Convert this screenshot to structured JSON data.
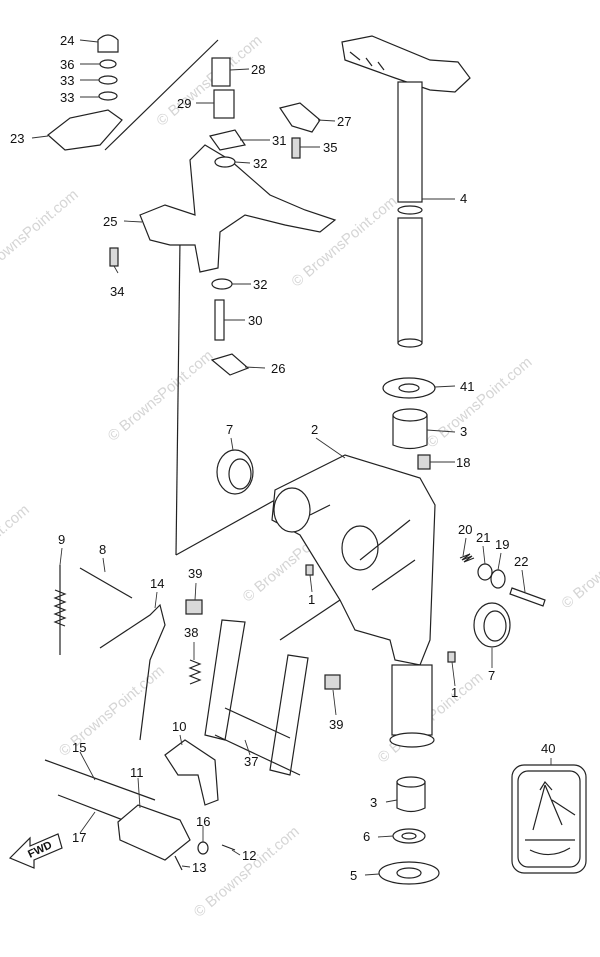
{
  "watermark": "© BrownsPoint.com",
  "fwd_label": "FWD",
  "callouts": [
    "1",
    "1",
    "2",
    "3",
    "3",
    "4",
    "5",
    "6",
    "7",
    "7",
    "8",
    "9",
    "10",
    "11",
    "12",
    "13",
    "14",
    "15",
    "16",
    "17",
    "18",
    "19",
    "20",
    "21",
    "22",
    "23",
    "24",
    "25",
    "26",
    "27",
    "28",
    "29",
    "30",
    "31",
    "32",
    "32",
    "33",
    "33",
    "34",
    "35",
    "36",
    "37",
    "38",
    "39",
    "39",
    "40",
    "41"
  ]
}
